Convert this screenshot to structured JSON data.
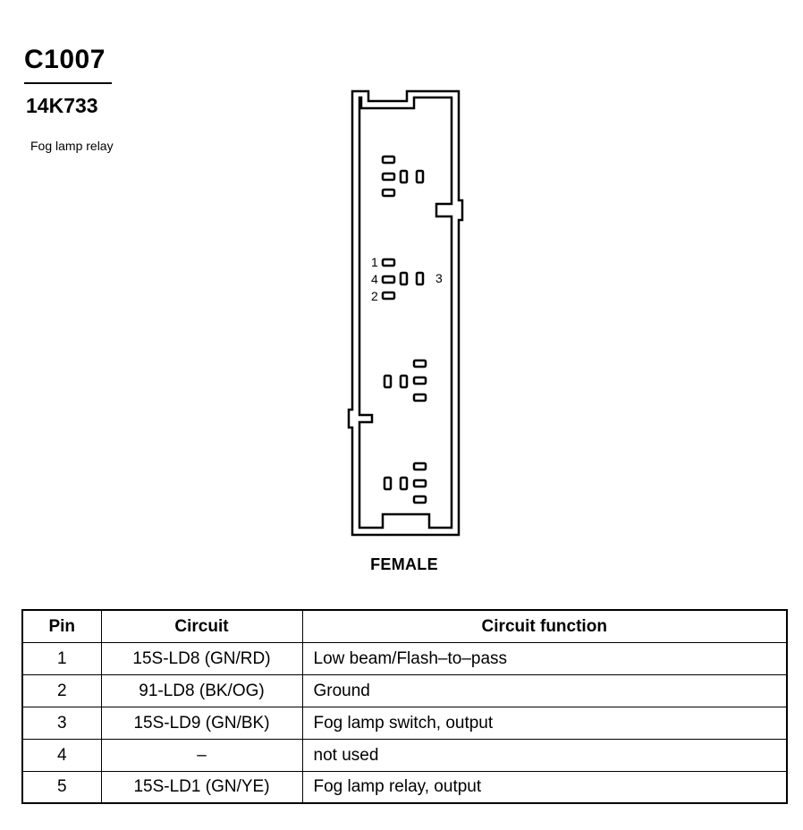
{
  "header": {
    "connector_id": "C1007",
    "part_number": "14K733",
    "description": "Fog lamp relay"
  },
  "connector": {
    "gender": "FEMALE",
    "pin_labels": [
      "1",
      "4",
      "2",
      "3"
    ]
  },
  "table": {
    "headers": [
      "Pin",
      "Circuit",
      "Circuit function"
    ],
    "rows": [
      {
        "pin": "1",
        "circuit": "15S-LD8 (GN/RD)",
        "function": "Low beam/Flash–to–pass"
      },
      {
        "pin": "2",
        "circuit": "91-LD8 (BK/OG)",
        "function": "Ground"
      },
      {
        "pin": "3",
        "circuit": "15S-LD9 (GN/BK)",
        "function": "Fog lamp switch, output"
      },
      {
        "pin": "4",
        "circuit": "–",
        "function": "not used"
      },
      {
        "pin": "5",
        "circuit": "15S-LD1 (GN/YE)",
        "function": "Fog lamp relay, output"
      }
    ]
  }
}
